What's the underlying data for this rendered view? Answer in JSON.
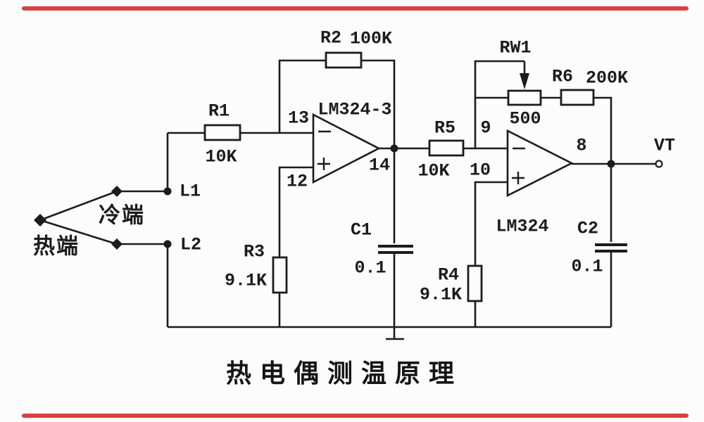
{
  "colors": {
    "divider": "#d94040",
    "ink": "#1c1c1c",
    "background": "#fcfcfd"
  },
  "title": "热电偶测温原理",
  "thermocouple": {
    "hot": "热端",
    "cold": "冷端",
    "lead1": "L1",
    "lead2": "L2"
  },
  "components": {
    "r1": {
      "name": "R1",
      "value": "10K"
    },
    "r2": {
      "name": "R2",
      "value": "100K"
    },
    "r3": {
      "name": "R3",
      "value": "9.1K"
    },
    "r4": {
      "name": "R4",
      "value": "9.1K"
    },
    "r5": {
      "name": "R5",
      "value": "10K"
    },
    "r6": {
      "name": "R6",
      "value": "200K"
    },
    "rw1": {
      "name": "RW1",
      "value": "500"
    },
    "c1": {
      "name": "C1",
      "value": "0.1"
    },
    "c2": {
      "name": "C2",
      "value": "0.1"
    }
  },
  "opamps": {
    "a1": {
      "label": "LM324-3",
      "pin_inverting": "13",
      "pin_noninverting": "12",
      "pin_output": "14"
    },
    "a2": {
      "label": "LM324",
      "pin_inverting": "9",
      "pin_noninverting": "10",
      "pin_output": "8"
    }
  },
  "output": {
    "label": "VT"
  }
}
